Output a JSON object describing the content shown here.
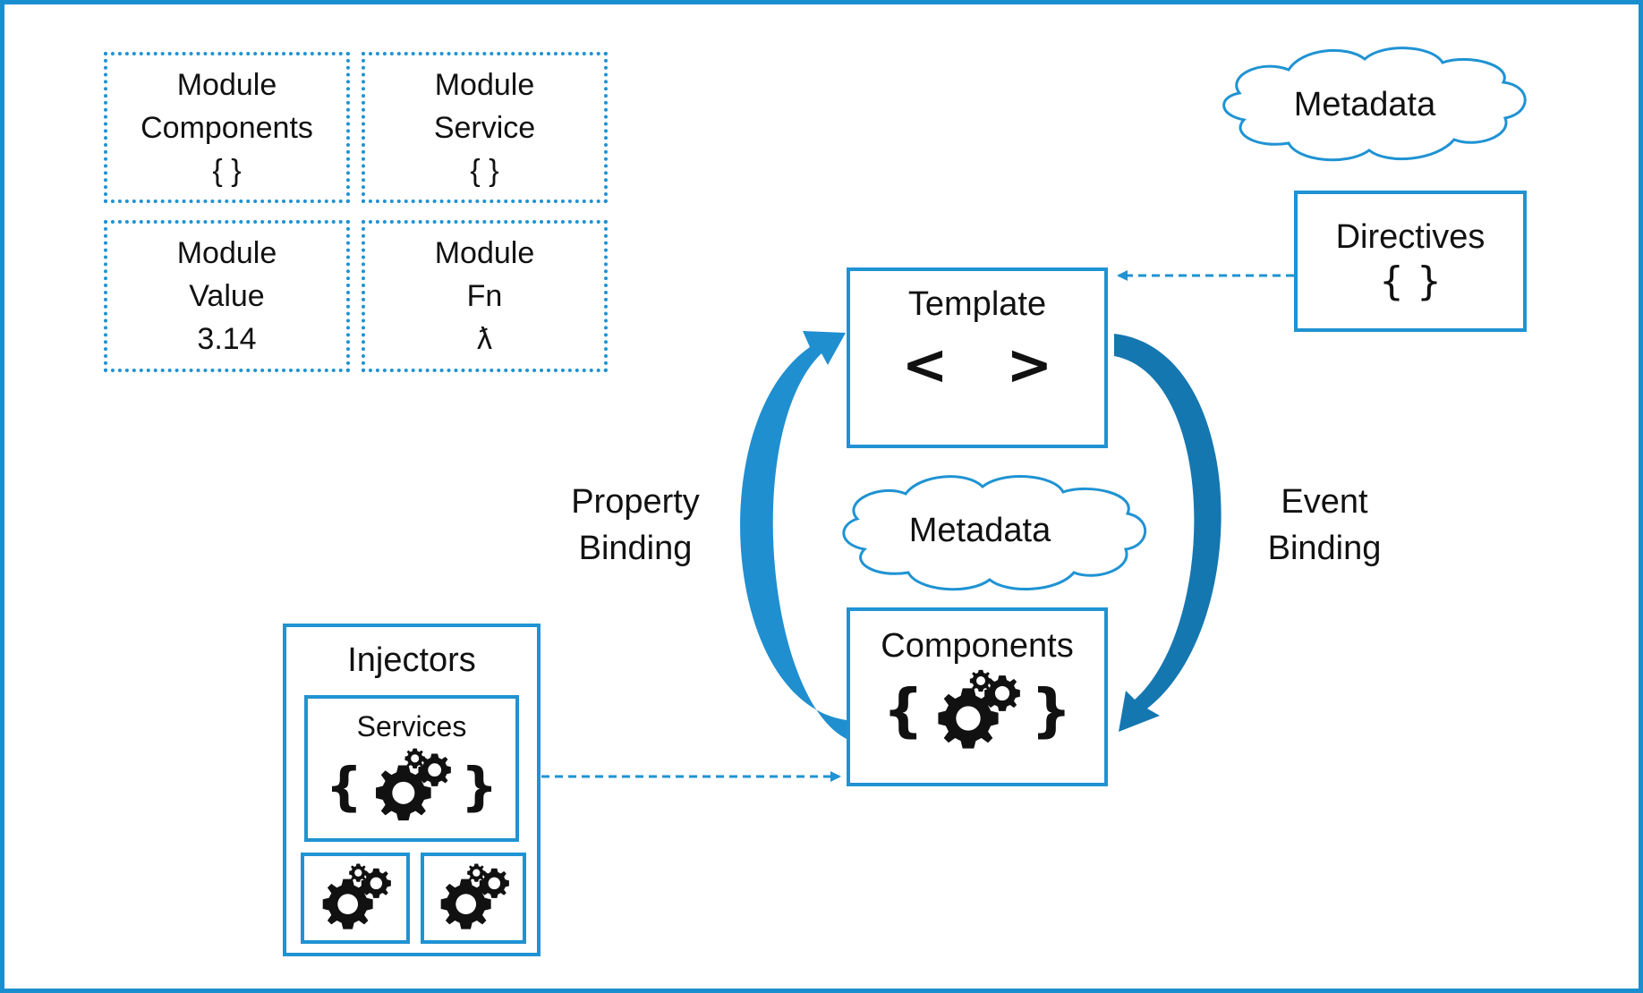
{
  "colors": {
    "accent": "#1f93d3",
    "arrow_dark": "#1577b0",
    "arrow_light": "#2d9fe0"
  },
  "modules": [
    {
      "line1": "Module",
      "line2": "Components",
      "line3": "{ }"
    },
    {
      "line1": "Module",
      "line2": "Service",
      "line3": "{ }"
    },
    {
      "line1": "Module",
      "line2": "Value",
      "line3": "3.14"
    },
    {
      "line1": "Module",
      "line2": "Fn",
      "line3": "ƛ"
    }
  ],
  "metadata_top": "Metadata",
  "metadata_center": "Metadata",
  "directives": {
    "title": "Directives",
    "symbol": "{  }"
  },
  "template": {
    "title": "Template",
    "symbol": "<   >"
  },
  "components": {
    "title": "Components",
    "brace_open": "{",
    "brace_close": "}",
    "icon": "gears-icon"
  },
  "property_binding": {
    "line1": "Property",
    "line2": "Binding"
  },
  "event_binding": {
    "line1": "Event",
    "line2": "Binding"
  },
  "injectors": {
    "title": "Injectors",
    "services_title": "Services",
    "brace_open": "{",
    "brace_close": "}",
    "icon": "gears-icon"
  }
}
